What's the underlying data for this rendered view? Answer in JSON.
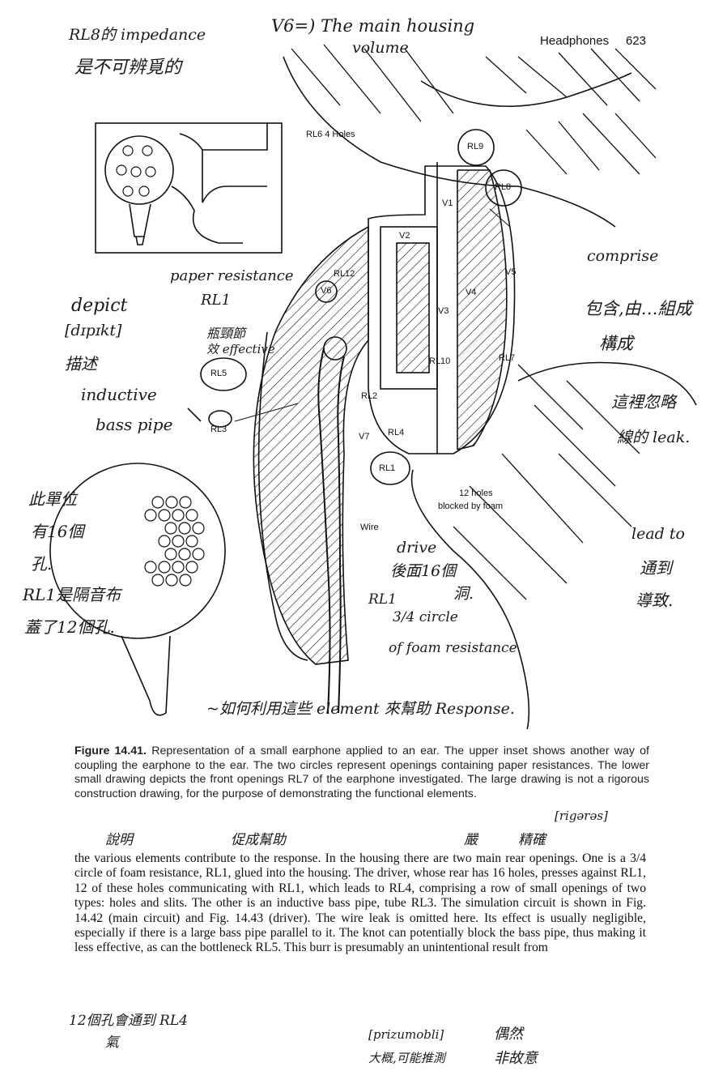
{
  "header": {
    "running_title": "Headphones",
    "page_number": "623"
  },
  "figure_labels": {
    "rl6": "RL6 4 Holes",
    "rl9": "RL9",
    "rl8": "RL8",
    "v1": "V1",
    "v2": "V2",
    "v3": "V3",
    "v4": "V4",
    "v5": "V5",
    "v6": "V6",
    "v7": "V7",
    "rl12": "RL12",
    "rl10": "RL10",
    "rl7": "RL7",
    "rl5": "RL5",
    "rl3": "RL3",
    "rl2": "RL2",
    "rl4": "RL4",
    "rl1": "RL1",
    "holes12_line1": "12 holes",
    "holes12_line2": "blocked by foam",
    "wire": "Wire"
  },
  "caption": {
    "figure_id": "Figure 14.41.",
    "text": "Representation of a small earphone applied to an ear. The upper inset shows another way of coupling the earphone to the ear. The two circles represent openings containing paper resistances. The lower small drawing depicts the front openings RL7 of the earphone investigated. The large drawing is not a rigorous construction drawing, for the purpose of demonstrating the functional elements."
  },
  "body_text": "the various elements contribute to the response. In the housing there are two main rear openings. One is a 3/4 circle of foam resistance, RL1, glued into the housing. The driver, whose rear has 16 holes, presses against RL1, 12 of these holes communicating with RL1, which leads to RL4, comprising a row of small openings of two types: holes and slits. The other is an inductive bass pipe, tube RL3. The simulation circuit is shown in Fig. 14.42 (main circuit) and Fig. 14.43 (driver). The wire leak is omitted here. Its effect is usually negligible, especially if there is a large bass pipe parallel to it. The knot can potentially block the bass pipe, thus making it less effective, as can the bottleneck RL5. This burr is presumably an unintentional result from",
  "annotations": {
    "a1_line1": "RL8的 impedance",
    "a1_line2": "是不可辨覓的",
    "a2_line1": "V6=) The main housing",
    "a2_line2": "volume",
    "a3_line1": "comprise",
    "a3_line2": "包含,由…組成",
    "a3_line3": "構成",
    "a4_line1": "paper resistance",
    "a4_line2": "RL1",
    "a5_line1": "depict",
    "a5_line2": "[dɪpɪkt]",
    "a5_line3": "描述",
    "a6_line1": "瓶頸節",
    "a6_line2": "效 effective",
    "a7_line1": "inductive",
    "a7_line2": "bass pipe",
    "a8_line1": "這裡忽略",
    "a8_line2": "線的 leak.",
    "a9_line1": "此單位",
    "a9_line2": "有16個",
    "a9_line3": "孔.",
    "a9_line4": "RL1是隔音布",
    "a9_line5": "蓋了12個孔.",
    "a10_line1": "drive",
    "a10_line2": "後面16個",
    "a10_line3": "洞.",
    "a11_line1": "RL1",
    "a11_line2": "3/4 circle",
    "a11_line3": "of foam resistance",
    "a12_line1": "lead to",
    "a12_line2": "通到",
    "a12_line3": "導致.",
    "a13": "~如何利用這些 element 來幫助 Response.",
    "a14": "[rigərəs]",
    "a15_1": "說明",
    "a15_2": "促成幫助",
    "a15_3": "嚴",
    "a15_4": "精確",
    "a16_line1": "12個孔會通到 RL4",
    "a16_line2": "氣",
    "a17_line1": "[prizumobli]",
    "a17_line2": "大概,可能推測",
    "a18_line1": "偶然",
    "a18_line2": "非故意"
  }
}
